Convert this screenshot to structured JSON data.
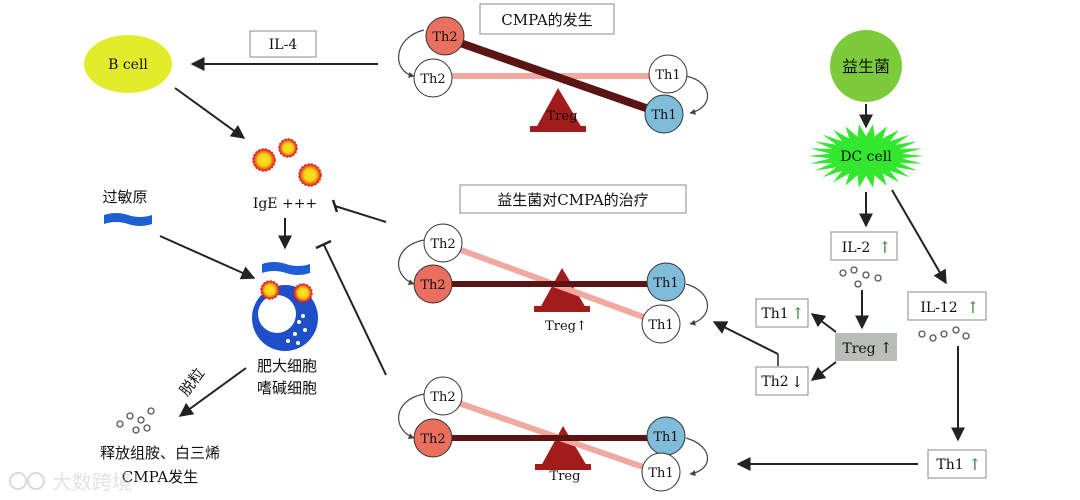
{
  "titles": {
    "top": "CMPA的发生",
    "middle": "益生菌对CMPA的治疗"
  },
  "nodes": {
    "b_cell": "B cell",
    "il4": "IL-4",
    "probiotics": "益生菌",
    "dc_cell": "DC cell",
    "allergen": "过敏原",
    "ige": "IgE +++",
    "mast_cell_1": "肥大细胞",
    "mast_cell_2": "嗜碱细胞",
    "degranulation": "脱粒",
    "release_1": "释放组胺、白三烯",
    "release_2": "CMPA发生",
    "il2": "IL-2",
    "il12": "IL-12",
    "treg_box": "Treg",
    "th1_up": "Th1",
    "th2_down": "Th2",
    "th1_bottom": "Th1"
  },
  "arrows_glyph": {
    "up": "↑",
    "down": "↓"
  },
  "seesaws": {
    "top": {
      "th2_a": "Th2",
      "th2_b": "Th2",
      "th1_a": "Th1",
      "th1_b": "Th1",
      "treg": "Treg"
    },
    "middle": {
      "th2_a": "Th2",
      "th2_b": "Th2",
      "th1_a": "Th1",
      "th1_b": "Th1",
      "treg": "Treg↑"
    },
    "bottom": {
      "th2_a": "Th2",
      "th2_b": "Th2",
      "th1_a": "Th1",
      "th1_b": "Th1",
      "treg": "Treg"
    }
  },
  "watermark": "大数跨境",
  "colors": {
    "b_cell": "#e2ec2a",
    "probiotics": "#7ccb3a",
    "dc_cell": "#33e62e",
    "th2_fill": "#ea6f5e",
    "th1_fill": "#7fbcd9",
    "beam_dark": "#5a1414",
    "beam_light": "#f0a8a0",
    "fulcrum": "#a31c1c",
    "allergen": "#1f5fd6",
    "treg_box": "#b9bdb9",
    "green_arrow": "#2f8a2f"
  }
}
